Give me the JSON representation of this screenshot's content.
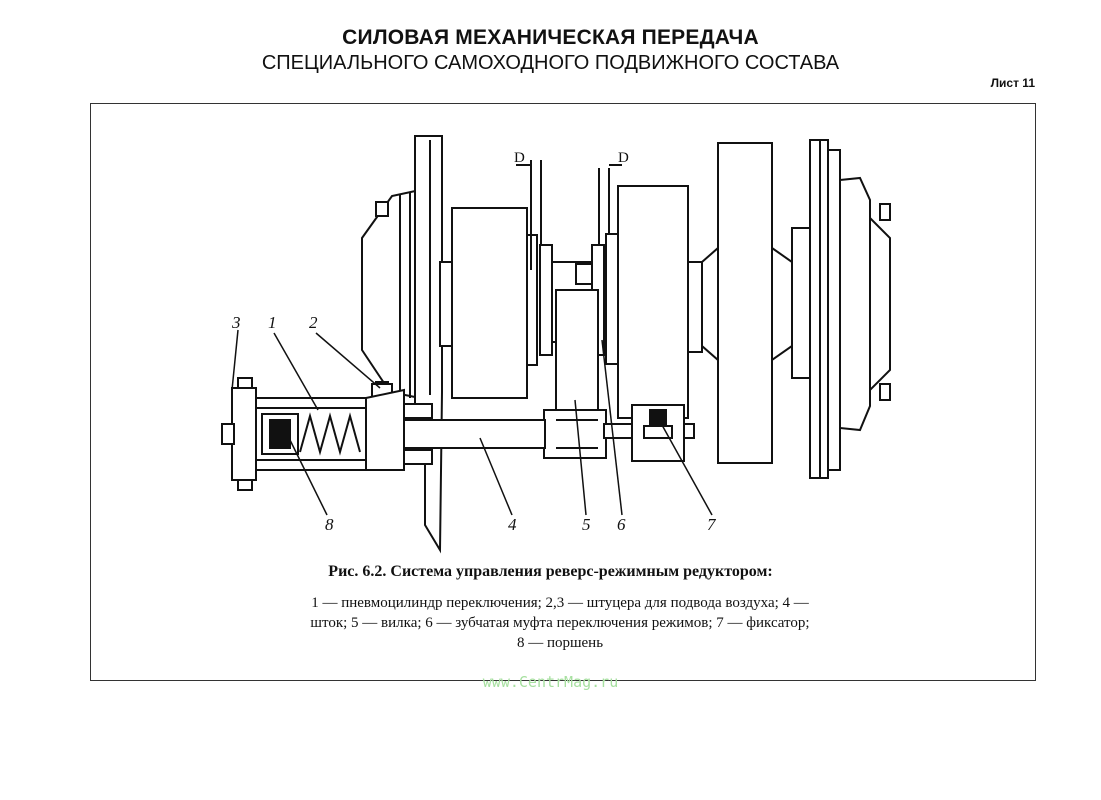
{
  "header": {
    "title": "СИЛОВАЯ МЕХАНИЧЕСКАЯ ПЕРЕДАЧА",
    "subtitle": "СПЕЦИАЛЬНОГО САМОХОДНОГО ПОДВИЖНОГО СОСТАВА",
    "sheet": "Лист 11"
  },
  "figure": {
    "labels": [
      "3",
      "1",
      "2",
      "8",
      "4",
      "5",
      "6",
      "7"
    ],
    "section_marks": [
      "D",
      "D"
    ]
  },
  "caption": {
    "title": "Рис. 6.2. Система управления реверс-режимным редуктором:",
    "line1": "1 — пневмоцилиндр переключения; 2,3 — штуцера для подвода воздуха; 4 —",
    "line2": "шток; 5 — вилка; 6 — зубчатая муфта переключения режимов; 7 — фиксатор;",
    "line3": "8 — поршень"
  },
  "watermark": "www.CentrMag.ru"
}
